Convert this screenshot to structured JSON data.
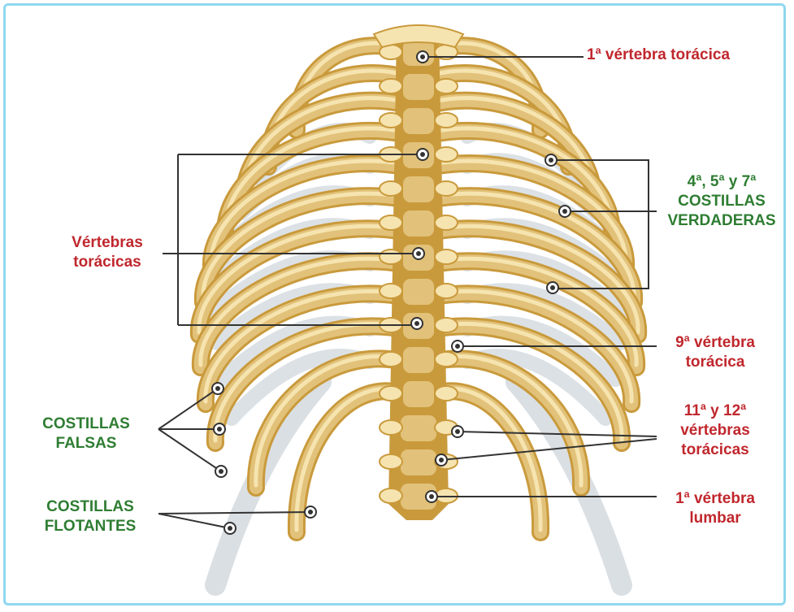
{
  "colors": {
    "label_red": "#c0272d",
    "label_green": "#2e7d32",
    "bone": "#e2c27a",
    "bone_dark": "#c99a3c",
    "bone_light": "#f6e4b0",
    "cartilage": "#d6dce0",
    "leader": "#333333",
    "frame_border": "#8fd8ee"
  },
  "labels": {
    "first_thoracic_vertebra": "1ª vértebra torácica",
    "true_ribs": "4ª, 5ª y 7ª\nCOSTILLAS\nVERDADERAS",
    "thoracic_vertebrae": "Vértebras\ntorácicas",
    "ninth_thoracic_vertebra": "9ª vértebra\ntorácica",
    "false_ribs": "COSTILLAS\nFALSAS",
    "eleventh_twelfth_vertebrae": "11ª y 12ª\nvértebras\ntorácicas",
    "floating_ribs": "COSTILLAS\nFLOTANTES",
    "first_lumbar_vertebra": "1ª vértebra\nlumbar"
  }
}
